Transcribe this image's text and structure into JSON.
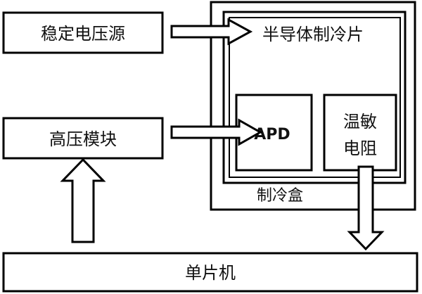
{
  "blocks": {
    "stable_source": {
      "label": "稳定电压源"
    },
    "hv_module": {
      "label": "高压模块"
    },
    "mcu": {
      "label": "单片机"
    },
    "cooling_box": {
      "label": "制冷盒"
    },
    "tec": {
      "label": "半导体制冷片"
    },
    "apd": {
      "label": "APD"
    },
    "thermistor": {
      "label_line1": "温敏",
      "label_line2": "电阻"
    }
  },
  "colors": {
    "stroke": "#000000",
    "text": "#111111",
    "background": "#ffffff"
  }
}
